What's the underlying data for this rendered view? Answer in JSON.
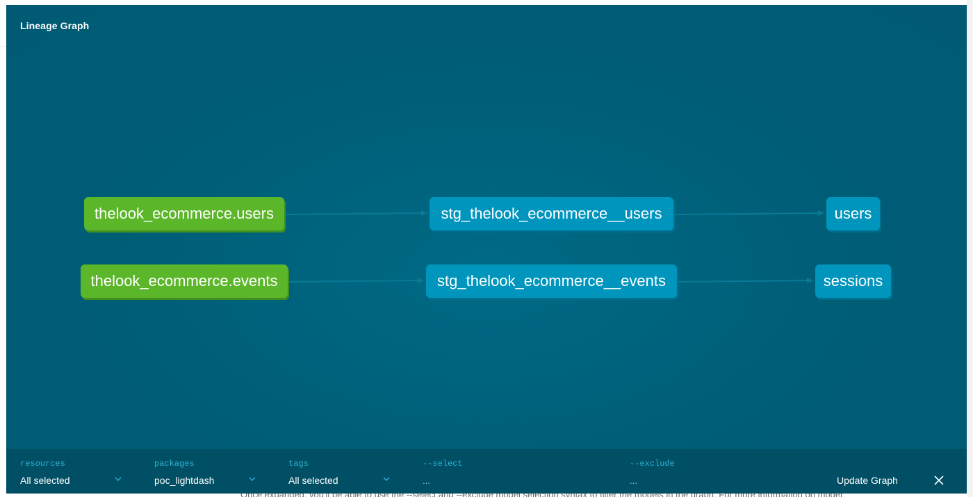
{
  "modal": {
    "title": "Lineage Graph"
  },
  "graph": {
    "nodes": {
      "source_users": {
        "label": "thelook_ecommerce.users",
        "kind": "source"
      },
      "source_events": {
        "label": "thelook_ecommerce.events",
        "kind": "source"
      },
      "stg_users": {
        "label": "stg_thelook_ecommerce__users",
        "kind": "model"
      },
      "stg_events": {
        "label": "stg_thelook_ecommerce__events",
        "kind": "model"
      },
      "users": {
        "label": "users",
        "kind": "model"
      },
      "sessions": {
        "label": "sessions",
        "kind": "model"
      }
    },
    "edges": [
      [
        "source_users",
        "stg_users"
      ],
      [
        "stg_users",
        "users"
      ],
      [
        "source_events",
        "stg_events"
      ],
      [
        "stg_events",
        "sessions"
      ]
    ],
    "colors": {
      "background": "#005d76",
      "source_node": "#5cb629",
      "model_node": "#0095bd",
      "edge": "#0a7a97"
    }
  },
  "controls": {
    "resources": {
      "label": "resources",
      "value": "All selected"
    },
    "packages": {
      "label": "packages",
      "value": "poc_lightdash"
    },
    "tags": {
      "label": "tags",
      "value": "All selected"
    },
    "select": {
      "label": "--select",
      "placeholder": "..."
    },
    "exclude": {
      "label": "--exclude",
      "placeholder": "..."
    },
    "update_label": "Update Graph",
    "close_icon": "close-icon",
    "chevron_icon": "chevron-down-icon"
  },
  "background_page": {
    "text": "Once expanded, you'll be able to use the --select and --exclude model selection syntax to filter the models in the graph. For more information on model"
  }
}
